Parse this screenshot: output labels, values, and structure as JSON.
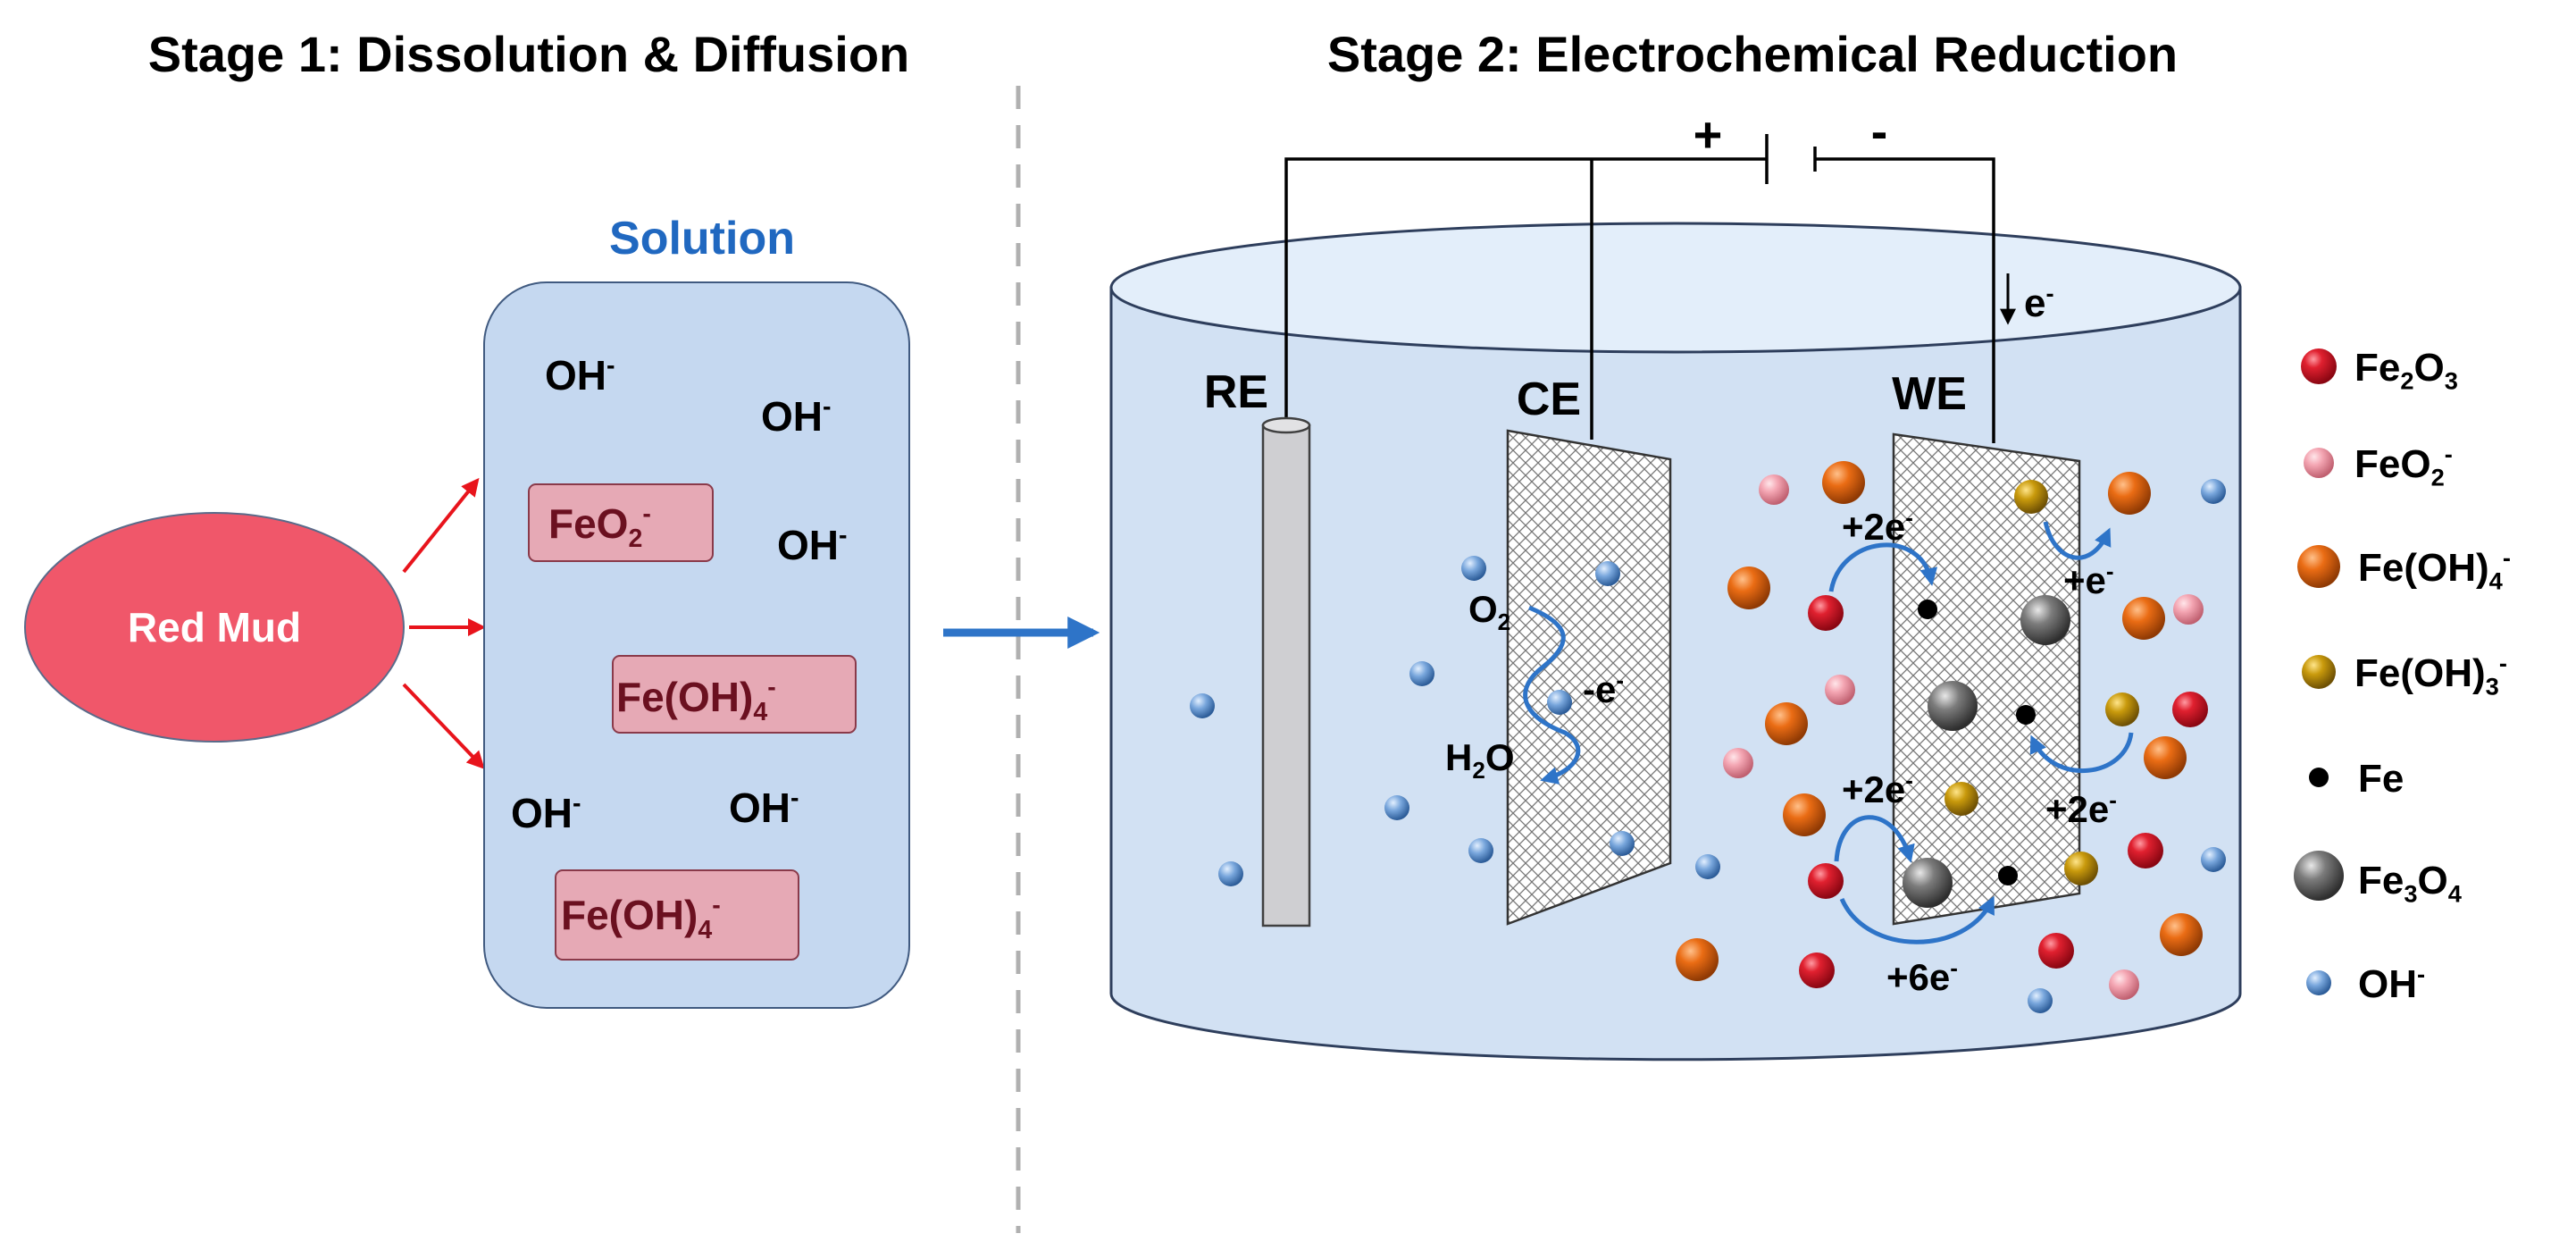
{
  "stage1": {
    "title": "Stage 1: Dissolution & Diffusion",
    "source": "Red Mud",
    "container_label": "Solution",
    "ions": [
      {
        "base": "OH",
        "sup": "-"
      },
      {
        "base": "OH",
        "sup": "-"
      },
      {
        "base": "FeO",
        "sub": "2",
        "sup": "-",
        "boxed": true
      },
      {
        "base": "OH",
        "sup": "-"
      },
      {
        "base": "Fe(OH)",
        "sub": "4",
        "sup": "-",
        "boxed": true
      },
      {
        "base": "OH",
        "sup": "-"
      },
      {
        "base": "OH",
        "sup": "-"
      },
      {
        "base": "Fe(OH)",
        "sub": "4",
        "sup": "-",
        "boxed": true
      }
    ]
  },
  "stage2": {
    "title": "Stage 2: Electrochemical Reduction",
    "battery": {
      "plus": "+",
      "minus": "-"
    },
    "electron_flow": {
      "base": "e",
      "sup": "-"
    },
    "electrodes": {
      "re": "RE",
      "ce": "CE",
      "we": "WE"
    },
    "ce_reaction": {
      "reactant": {
        "base": "O",
        "sub": "2"
      },
      "electrons": {
        "base": "-e",
        "sup": "-"
      },
      "product": {
        "base": "H",
        "sub": "2",
        "base2": "O"
      }
    },
    "we_transfers": [
      {
        "base": "+2e",
        "sup": "-"
      },
      {
        "base": "+e",
        "sup": "-"
      },
      {
        "base": "+2e",
        "sup": "-"
      },
      {
        "base": "+2e",
        "sup": "-"
      },
      {
        "base": "+6e",
        "sup": "-"
      }
    ]
  },
  "legend": [
    {
      "label": {
        "base": "Fe",
        "sub": "2",
        "base2": "O",
        "sub2": "3"
      },
      "color": "#d6182b",
      "icon": "red-sphere"
    },
    {
      "label": {
        "base": "FeO",
        "sub": "2",
        "sup": "-"
      },
      "color": "#f3a0ae",
      "icon": "pink-sphere"
    },
    {
      "label": {
        "base": "Fe(OH)",
        "sub": "4",
        "sup": "-"
      },
      "color": "#e86a12",
      "icon": "orange-sphere"
    },
    {
      "label": {
        "base": "Fe(OH)",
        "sub": "3",
        "sup": "-"
      },
      "color": "#c49a0c",
      "icon": "gold-sphere"
    },
    {
      "label": {
        "base": "Fe"
      },
      "color": "#000000",
      "icon": "black-dot"
    },
    {
      "label": {
        "base": "Fe",
        "sub": "3",
        "base2": "O",
        "sub2": "4"
      },
      "color": "#7a7a7a",
      "icon": "grey-sphere"
    },
    {
      "label": {
        "base": "OH",
        "sup": "-"
      },
      "color": "#6f9fd8",
      "icon": "blue-sphere"
    }
  ],
  "colors": {
    "arrow_blue": "#2e74c8",
    "red_arrow": "#e8141c",
    "solution_fill": "#c5d8f0",
    "boxed_ion_fill": "#e6a9b5",
    "red_mud_fill": "#f0576a",
    "cylinder_fill": "#d2e1f3",
    "title_blue": "#2068c0"
  }
}
